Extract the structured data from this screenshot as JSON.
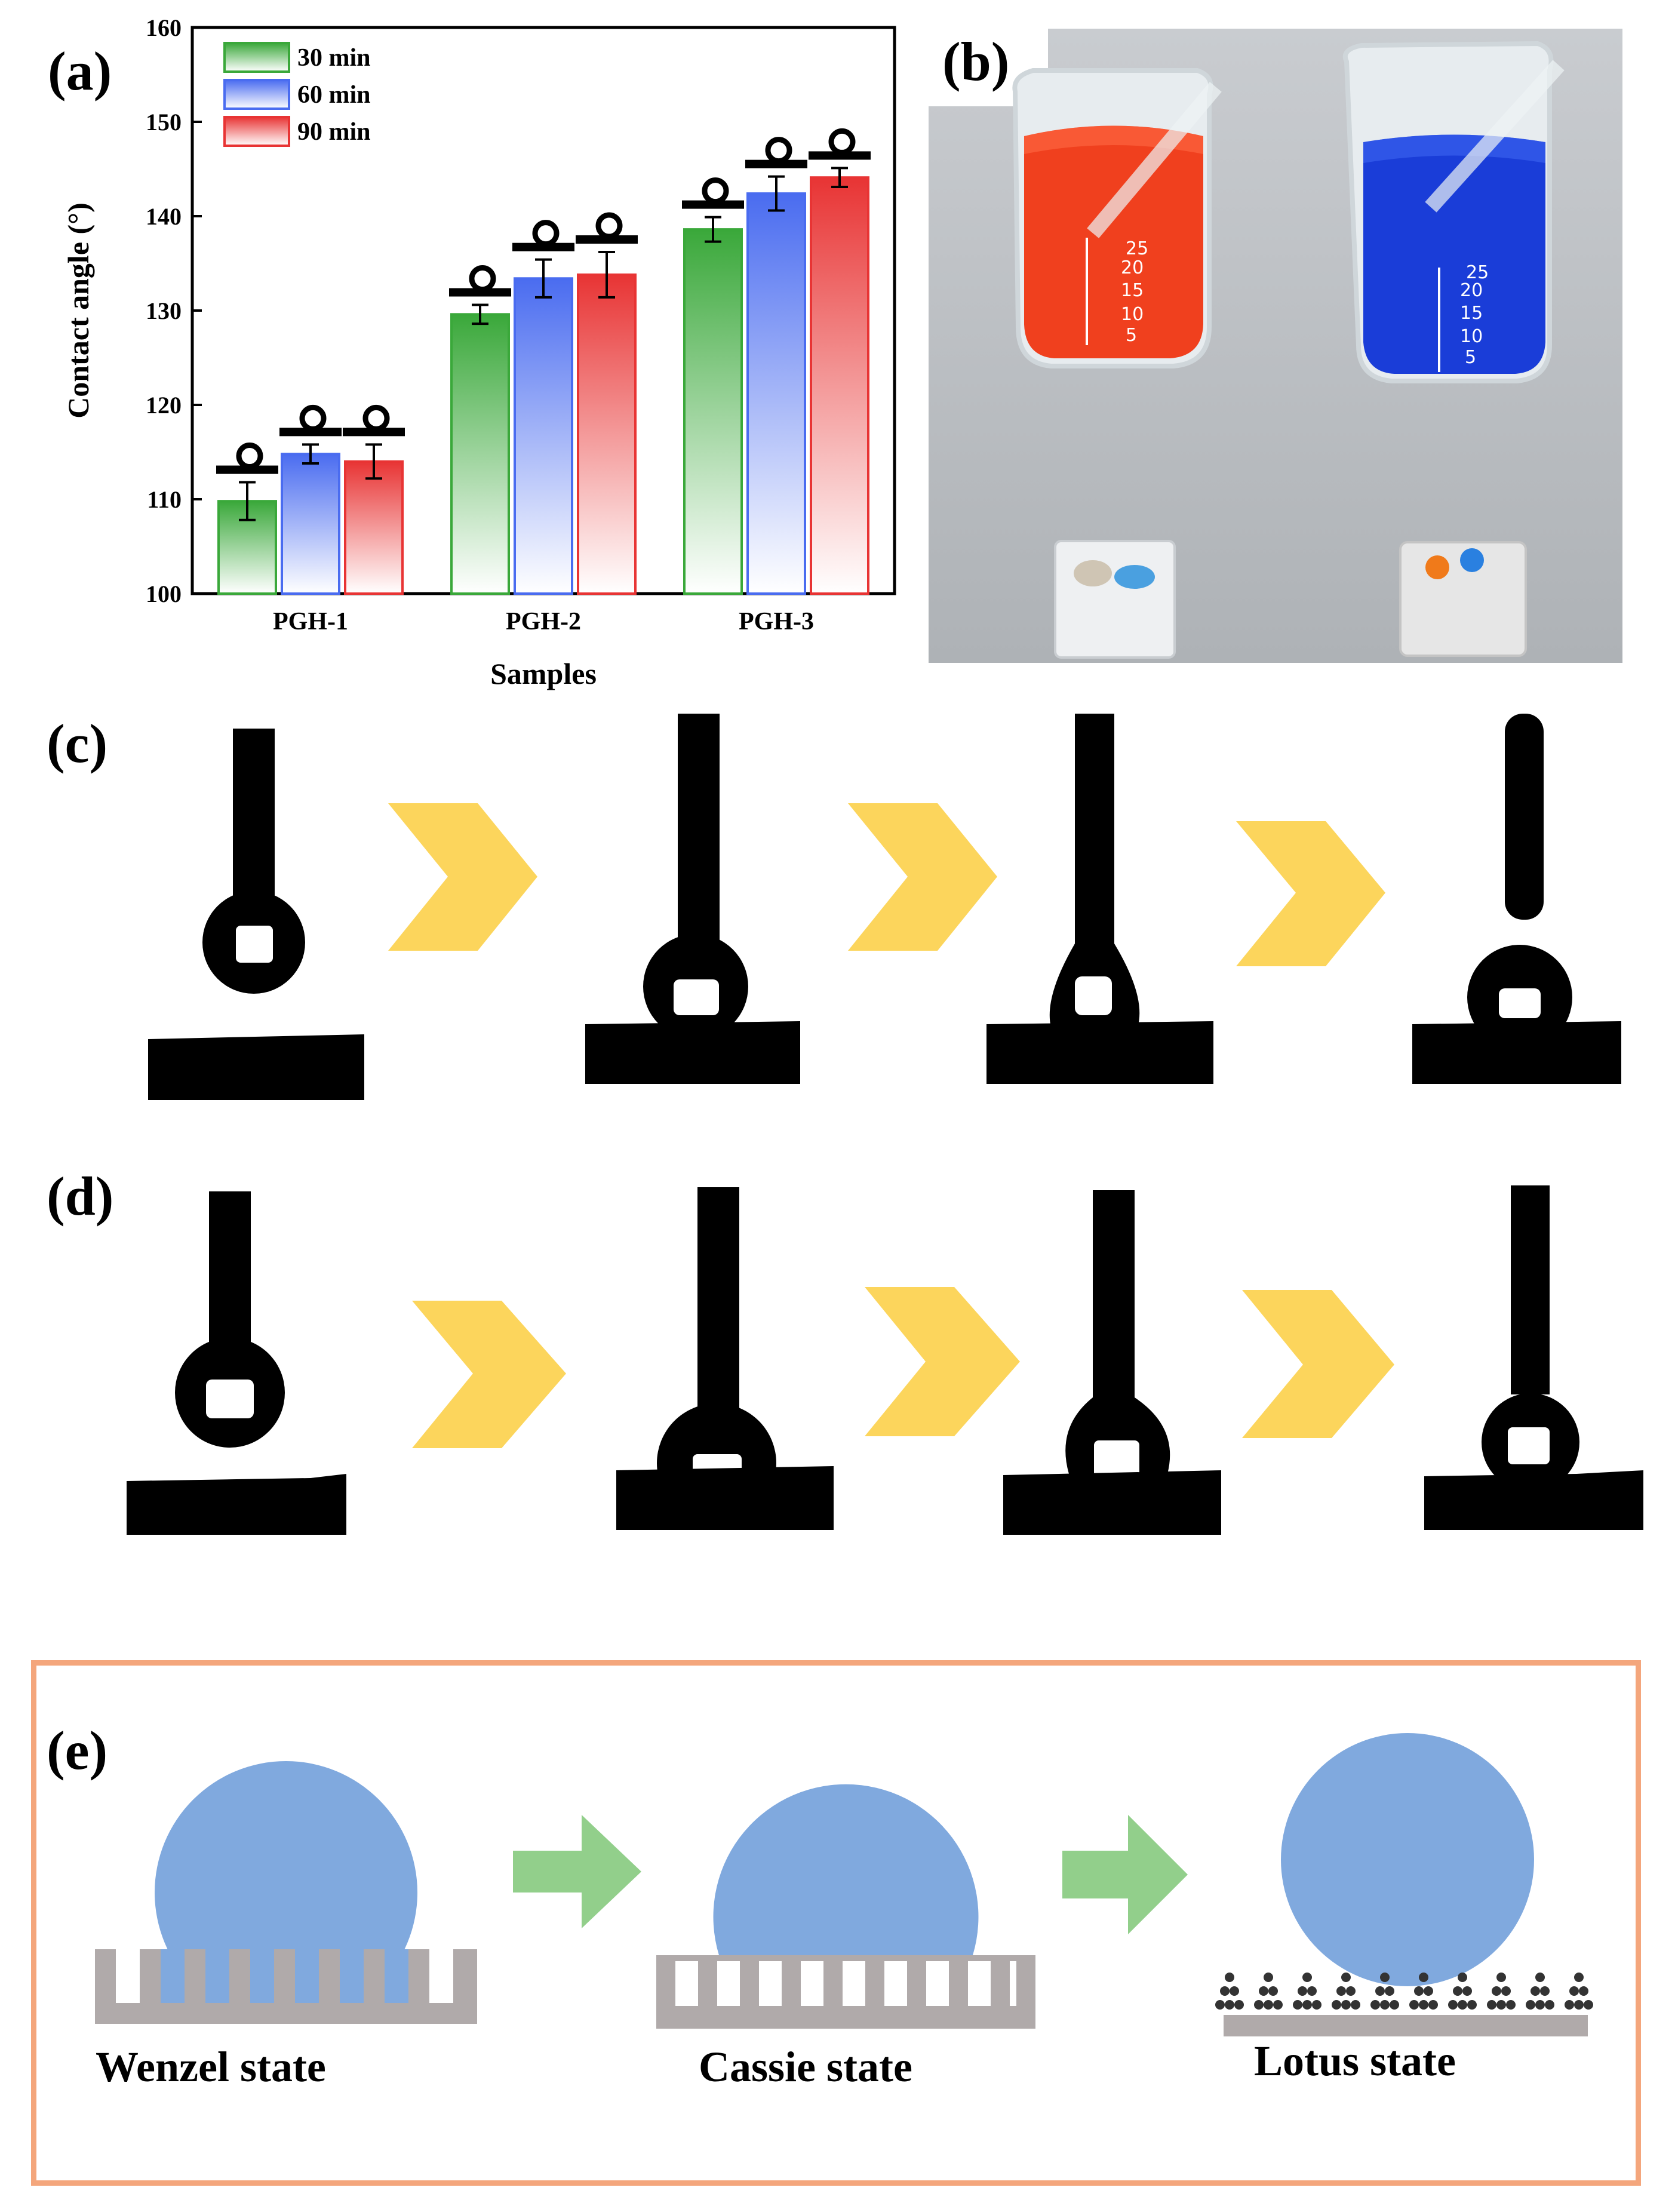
{
  "panels": {
    "a": "(a)",
    "b": "(b)",
    "c": "(c)",
    "d": "(d)",
    "e": "(e)"
  },
  "chart_data": {
    "type": "bar",
    "title": "",
    "xlabel": "Samples",
    "ylabel": "Contact angle (°)",
    "ylim": [
      100,
      160
    ],
    "yticks": [
      100,
      110,
      120,
      130,
      140,
      150,
      160
    ],
    "categories": [
      "PGH-1",
      "PGH-2",
      "PGH-3"
    ],
    "legend_position": "top-left",
    "grid": false,
    "series": [
      {
        "name": "30 min",
        "color": "#3aa83a",
        "values": [
          109.8,
          129.6,
          138.6
        ],
        "errors": [
          2.0,
          1.0,
          1.3
        ]
      },
      {
        "name": "60 min",
        "color": "#4a6cf0",
        "values": [
          114.8,
          133.4,
          142.4
        ],
        "errors": [
          1.0,
          2.0,
          1.8
        ]
      },
      {
        "name": "90 min",
        "color": "#e83434",
        "values": [
          114.0,
          133.8,
          144.1
        ],
        "errors": [
          1.8,
          2.4,
          1.0
        ]
      }
    ]
  },
  "photo_b": {
    "beaker_marks": [
      "25",
      "20",
      "15",
      "10",
      "5"
    ],
    "left_liquid_color": "#f0401e",
    "right_liquid_color": "#1a3dd8"
  },
  "arrow_color": "#fcd55c",
  "panel_e": {
    "border_color": "#f4a67c",
    "drop_color": "#80a9de",
    "arrow_color": "#92cf8b",
    "substrate_color": "#b0aaaa",
    "states": [
      "Wenzel state",
      "Cassie state",
      "Lotus state"
    ]
  }
}
